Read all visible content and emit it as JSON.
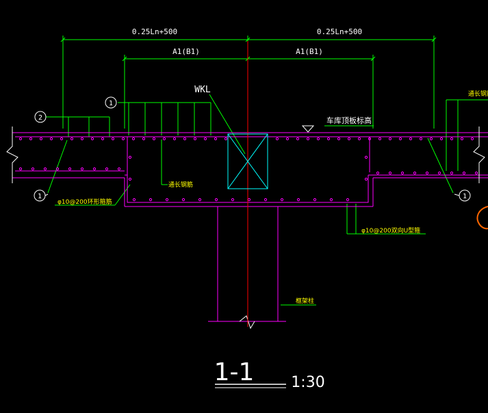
{
  "dimensions": {
    "outer_left": "0.25Ln+500",
    "outer_right": "0.25Ln+500",
    "inner_left": "A1(B1)",
    "inner_right": "A1(B1)"
  },
  "labels": {
    "beam": "WKL",
    "elevation": "车库顶板标高",
    "top_through_bar_right": "通长钢筋",
    "through_bar_mid": "通长钢筋",
    "stirrup_left": "φ10@200环形箍筋",
    "stirrup_right": "φ10@200双向U型箍",
    "column": "框架柱"
  },
  "markers": {
    "m1_top": "1",
    "m2": "2",
    "m1_left": "1",
    "m1_right": "1"
  },
  "title": {
    "section": "1-1",
    "scale": "1:30"
  },
  "colors": {
    "background": "#000000",
    "concrete": "#ff00ff",
    "dimension": "#00ff00",
    "centerline": "#ff0000",
    "beam_box": "#00ffff",
    "annotation": "#ffff00",
    "sketch": "#ff6600"
  }
}
